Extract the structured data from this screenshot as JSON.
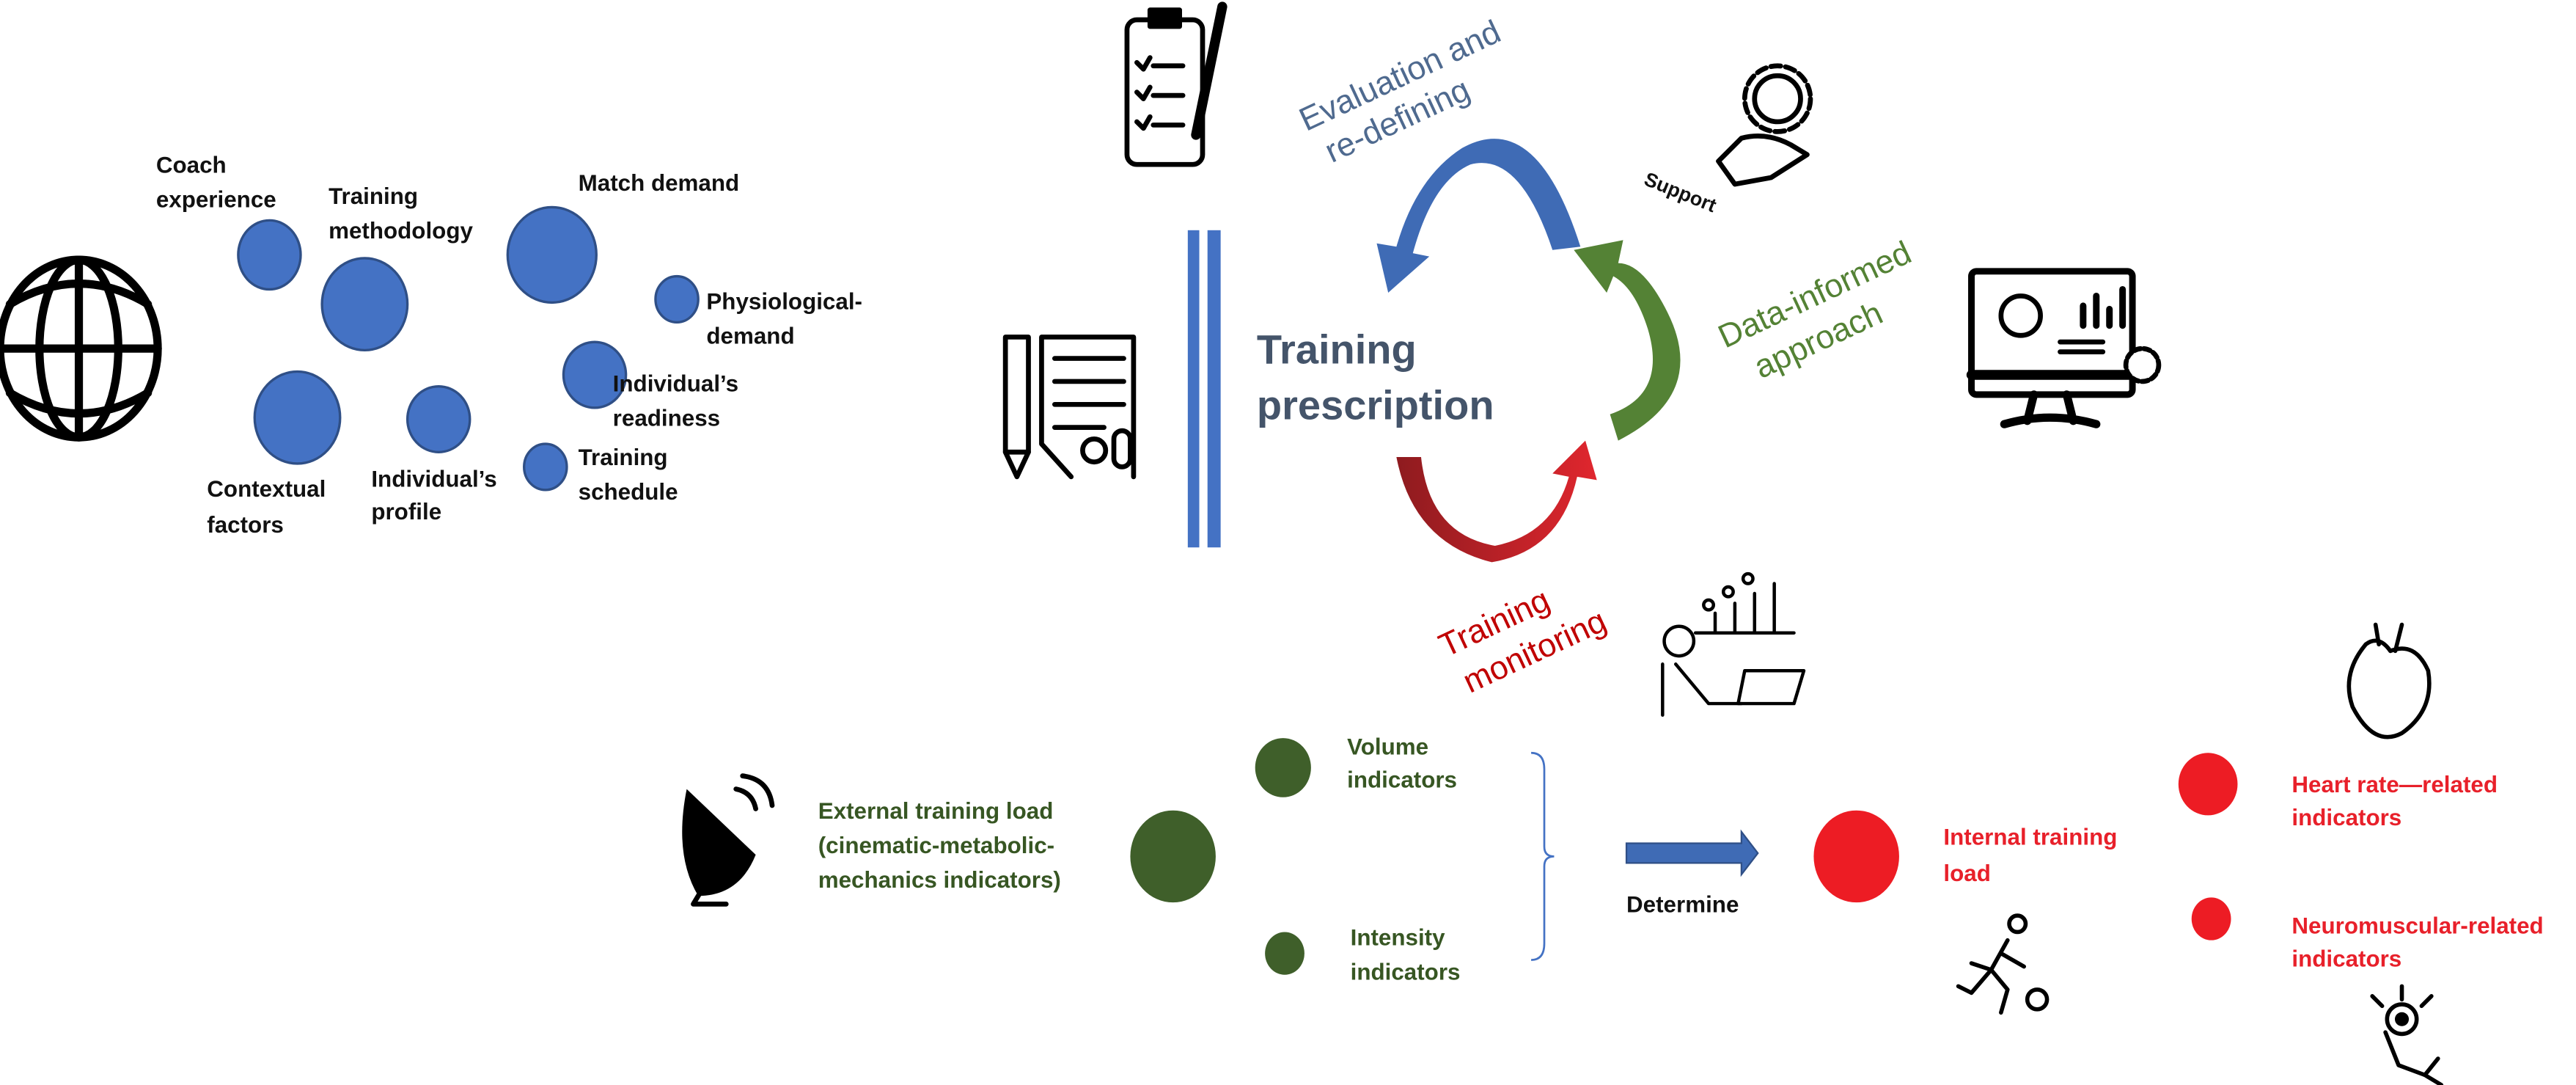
{
  "colors": {
    "factor_circle": "#4472C4",
    "external_circle": "#3F5F2A",
    "internal_circle": "#ED1C24",
    "evaluation_arrow": "#3F6BB5",
    "data_arrow": "#548235",
    "monitoring_arrow": "#C0202A",
    "prescription_text": "#44546A"
  },
  "factors": {
    "coach": [
      "Coach",
      "experience"
    ],
    "methodology": [
      "Training",
      "methodology"
    ],
    "match": [
      "Match demand"
    ],
    "physiological": [
      "Physiological-",
      "demand"
    ],
    "readiness": [
      "Individual’s",
      "readiness"
    ],
    "schedule": [
      "Training",
      "schedule"
    ],
    "profile": [
      "Individual’s",
      "profile"
    ],
    "contextual": [
      "Contextual",
      "factors"
    ]
  },
  "cycle": {
    "center": [
      "Training",
      "prescription"
    ],
    "evaluation": [
      "Evaluation and",
      "re-defining"
    ],
    "support": "Support",
    "data": [
      "Data-informed",
      "approach"
    ],
    "monitoring": [
      "Training",
      "monitoring"
    ]
  },
  "loads": {
    "external": [
      "External training load",
      "(cinematic-metabolic-",
      "mechanics indicators)"
    ],
    "volume": [
      "Volume",
      "indicators"
    ],
    "intensity": [
      "Intensity",
      "indicators"
    ],
    "determine": "Determine",
    "internal": [
      "Internal training",
      "load"
    ],
    "heart": [
      "Heart rate—related",
      "indicators"
    ],
    "neuro": [
      "Neuromuscular-related",
      "indicators"
    ]
  },
  "icons": [
    "globe-icon",
    "clipboard-checklist-icon",
    "hand-gear-icon",
    "prescription-document-icon",
    "monitor-dashboard-icon",
    "analyst-laptop-icon",
    "satellite-dish-icon",
    "heart-icon",
    "runner-icon",
    "neuron-icon"
  ]
}
